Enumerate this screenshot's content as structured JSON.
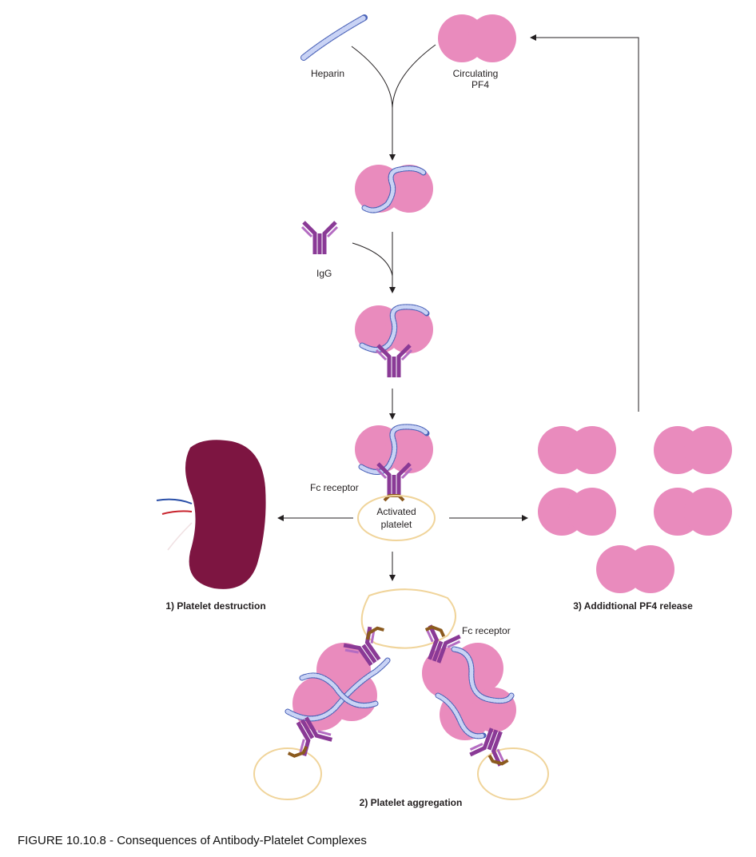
{
  "labels": {
    "heparin": "Heparin",
    "circulating_line1": "Circulating",
    "circulating_line2": "PF4",
    "igg": "IgG",
    "fc_receptor_top": "Fc receptor",
    "activated_line1": "Activated",
    "activated_line2": "platelet",
    "fc_receptor_bottom": "Fc receptor"
  },
  "outcomes": {
    "destruction": "1) Platelet destruction",
    "aggregation": "2) Platelet aggregation",
    "release": "3) Addidtional PF4 release"
  },
  "caption": "FIGURE 10.10.8 - Consequences of Antibody-Platelet Complexes",
  "colors": {
    "pf4": "#e98bbd",
    "heparin": "#4b63b8",
    "igg": "#8a3a96",
    "fc_receptor": "#8b5a1e",
    "platelet_outline": "#f0d49a",
    "spleen": "#7d1541",
    "arrow": "#231f20"
  }
}
